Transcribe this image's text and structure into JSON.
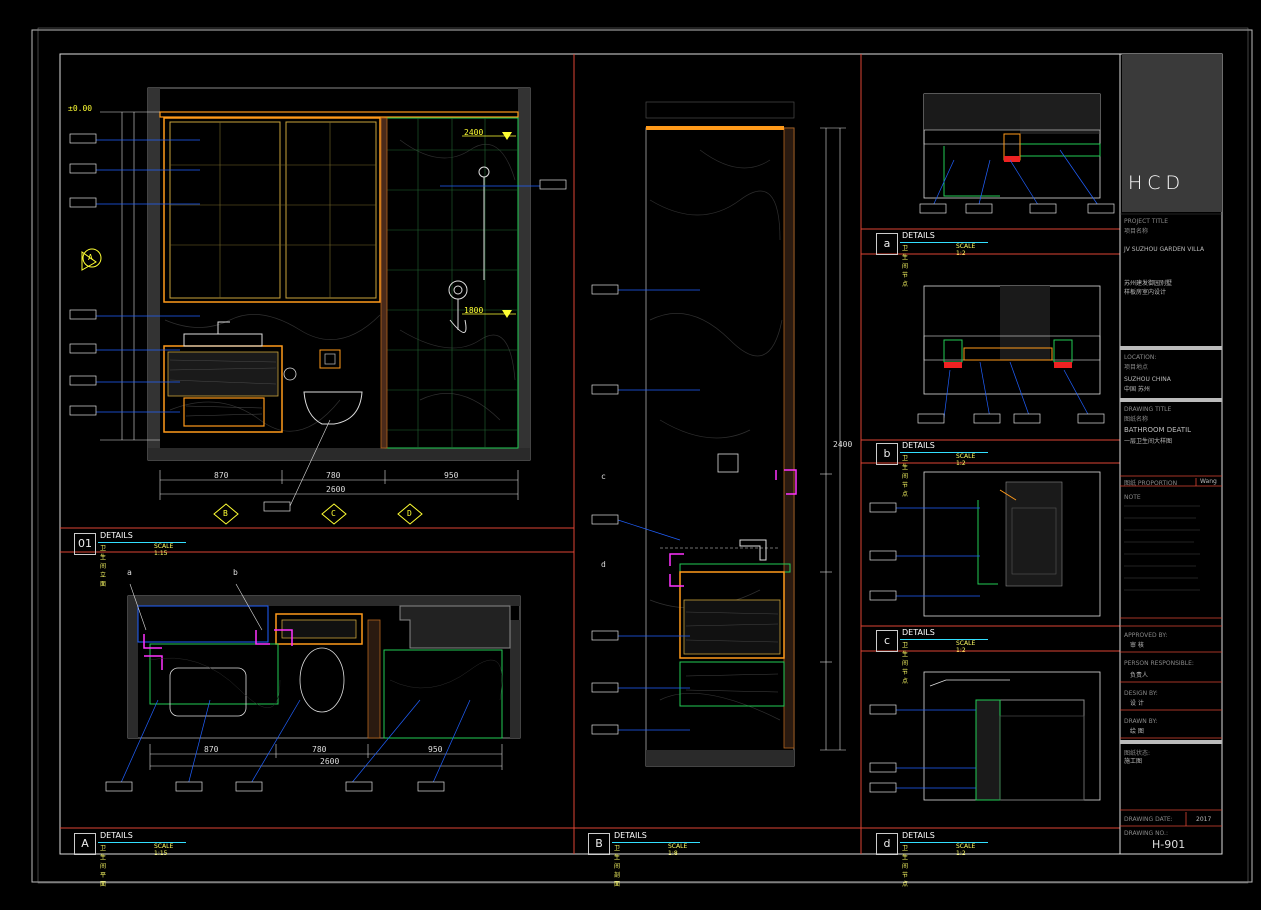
{
  "title_block": {
    "logo": "HCD",
    "project_title_label": "PROJECT TITLE",
    "project_title_sub": "项目名称",
    "project_name": "JV SUZHOU GARDEN VILLA",
    "project_name_cn_1": "苏州建发御园别墅",
    "project_name_cn_2": "样板房室内设计",
    "location_label": "LOCATION:",
    "location_sub": "项目地点",
    "location_value": "SUZHOU CHINA",
    "location_value_cn": "中国 苏州",
    "drawing_title_label": "DRAWING TITLE",
    "drawing_title_sub": "图纸名称",
    "drawing_title": "BATHROOM DEATIL",
    "drawing_title_cn": "一层卫生间大样图",
    "proportion_label": "图纸 PROPORTION",
    "proportion_value": "Wang",
    "notes_label": "NOTE",
    "approved_label": "APPROVED BY:",
    "approved_sub": "审 核",
    "person_label": "PERSON RESPONSIBLE:",
    "person_sub": "负责人",
    "design_label": "DESIGN BY:",
    "design_sub": "设 计",
    "draw_label": "DRAWN BY:",
    "draw_sub": "绘 图",
    "status_label": "图纸状态:",
    "status_value": "施工图",
    "date_label": "DRAWING DATE:",
    "date_value": "2017",
    "drawing_no_label": "DRAWING NO.:",
    "drawing_no": "H-901"
  },
  "panels": [
    {
      "num": "01",
      "title": "DETAILS",
      "subtitle": "卫生间立面",
      "scale": "SCALE 1:15"
    },
    {
      "num": "A",
      "title": "DETAILS",
      "subtitle": "卫生间平面",
      "scale": "SCALE 1:15"
    },
    {
      "num": "B",
      "title": "DETAILS",
      "subtitle": "卫生间剖面",
      "scale": "SCALE 1:8"
    },
    {
      "num": "a",
      "title": "DETAILS",
      "subtitle": "卫生间节点",
      "scale": "SCALE 1:2"
    },
    {
      "num": "b",
      "title": "DETAILS",
      "subtitle": "卫生间节点",
      "scale": "SCALE 1:2"
    },
    {
      "num": "c",
      "title": "DETAILS",
      "subtitle": "卫生间节点",
      "scale": "SCALE 1:2"
    },
    {
      "num": "d",
      "title": "DETAILS",
      "subtitle": "卫生间节点",
      "scale": "SCALE 1:2"
    }
  ],
  "elevation": {
    "level_top": "±0.00",
    "level_mid_1": "2400",
    "level_mid_2": "1800",
    "callout_a": "A",
    "callout_b": "B",
    "callout_c": "C",
    "callout_d": "D",
    "dim_total": "2600",
    "dim_1": "870",
    "dim_2": "780",
    "dim_3": "950"
  },
  "plan": {
    "callout_a": "a",
    "callout_b": "b",
    "dim_total": "2600",
    "dim_1": "870",
    "dim_2": "780",
    "dim_3": "950"
  },
  "section": {
    "callout_c": "c",
    "callout_d": "d",
    "dim_h": "2400"
  }
}
